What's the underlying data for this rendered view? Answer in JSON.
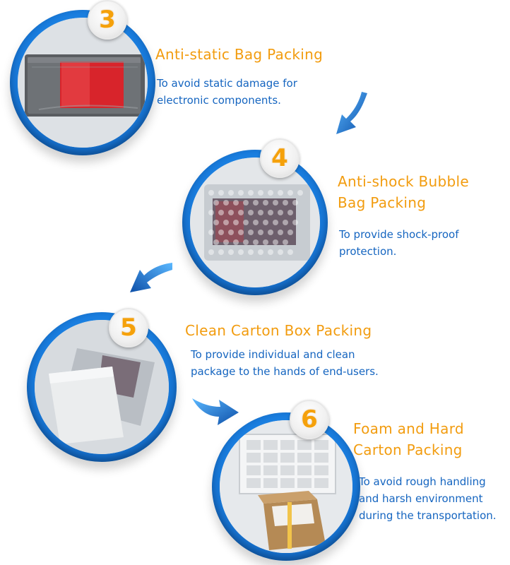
{
  "steps": [
    {
      "number": "3",
      "title_lines": [
        "Anti-static Bag Packing"
      ],
      "desc_lines": [
        "To avoid static damage for",
        "electronic components."
      ]
    },
    {
      "number": "4",
      "title_lines": [
        "Anti-shock Bubble",
        "Bag Packing"
      ],
      "desc_lines": [
        "To provide shock-proof",
        "protection."
      ]
    },
    {
      "number": "5",
      "title_lines": [
        "Clean Carton Box Packing"
      ],
      "desc_lines": [
        "To provide individual and clean",
        "package to the hands of end-users."
      ]
    },
    {
      "number": "6",
      "title_lines": [
        "Foam and Hard",
        "Carton Packing"
      ],
      "desc_lines": [
        "To avoid rough handling",
        "and harsh environment",
        "during the transportation."
      ]
    }
  ],
  "colors": {
    "title": "#f29c0f",
    "desc": "#1565c0",
    "circle": "#1a7fe0",
    "badge_number": "#f5a10b"
  },
  "icons": [
    "down-left-arrow-icon",
    "down-left-arrow-icon",
    "right-arrow-icon"
  ]
}
